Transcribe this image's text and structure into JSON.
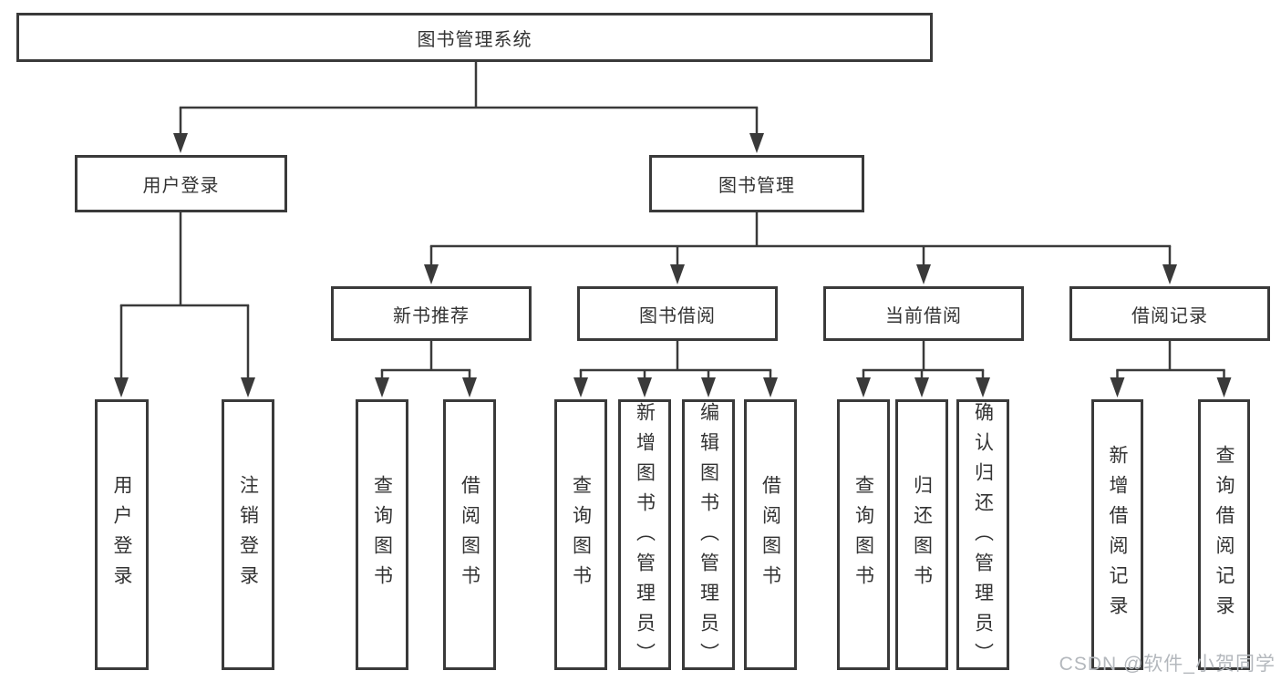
{
  "tree": {
    "root": {
      "label": "图书管理系统",
      "children": [
        {
          "label": "用户登录",
          "children": [
            {
              "label": "用户登录"
            },
            {
              "label": "注销登录"
            }
          ]
        },
        {
          "label": "图书管理",
          "children": [
            {
              "label": "新书推荐",
              "children": [
                {
                  "label": "查询图书"
                },
                {
                  "label": "借阅图书"
                }
              ]
            },
            {
              "label": "图书借阅",
              "children": [
                {
                  "label": "查询图书"
                },
                {
                  "label": "新增图书（管理员）"
                },
                {
                  "label": "编辑图书（管理员）"
                },
                {
                  "label": "借阅图书"
                }
              ]
            },
            {
              "label": "当前借阅",
              "children": [
                {
                  "label": "查询图书"
                },
                {
                  "label": "归还图书"
                },
                {
                  "label": "确认归还（管理员）"
                }
              ]
            },
            {
              "label": "借阅记录",
              "children": [
                {
                  "label": "新增借阅记录"
                },
                {
                  "label": "查询借阅记录"
                }
              ]
            }
          ]
        }
      ]
    }
  },
  "watermark": {
    "text": "CSDN @软件_小贺同学"
  },
  "colors": {
    "line": "#3a3a3a",
    "text": "#333333",
    "watermark": "#b4b8bd",
    "background": "#ffffff"
  }
}
